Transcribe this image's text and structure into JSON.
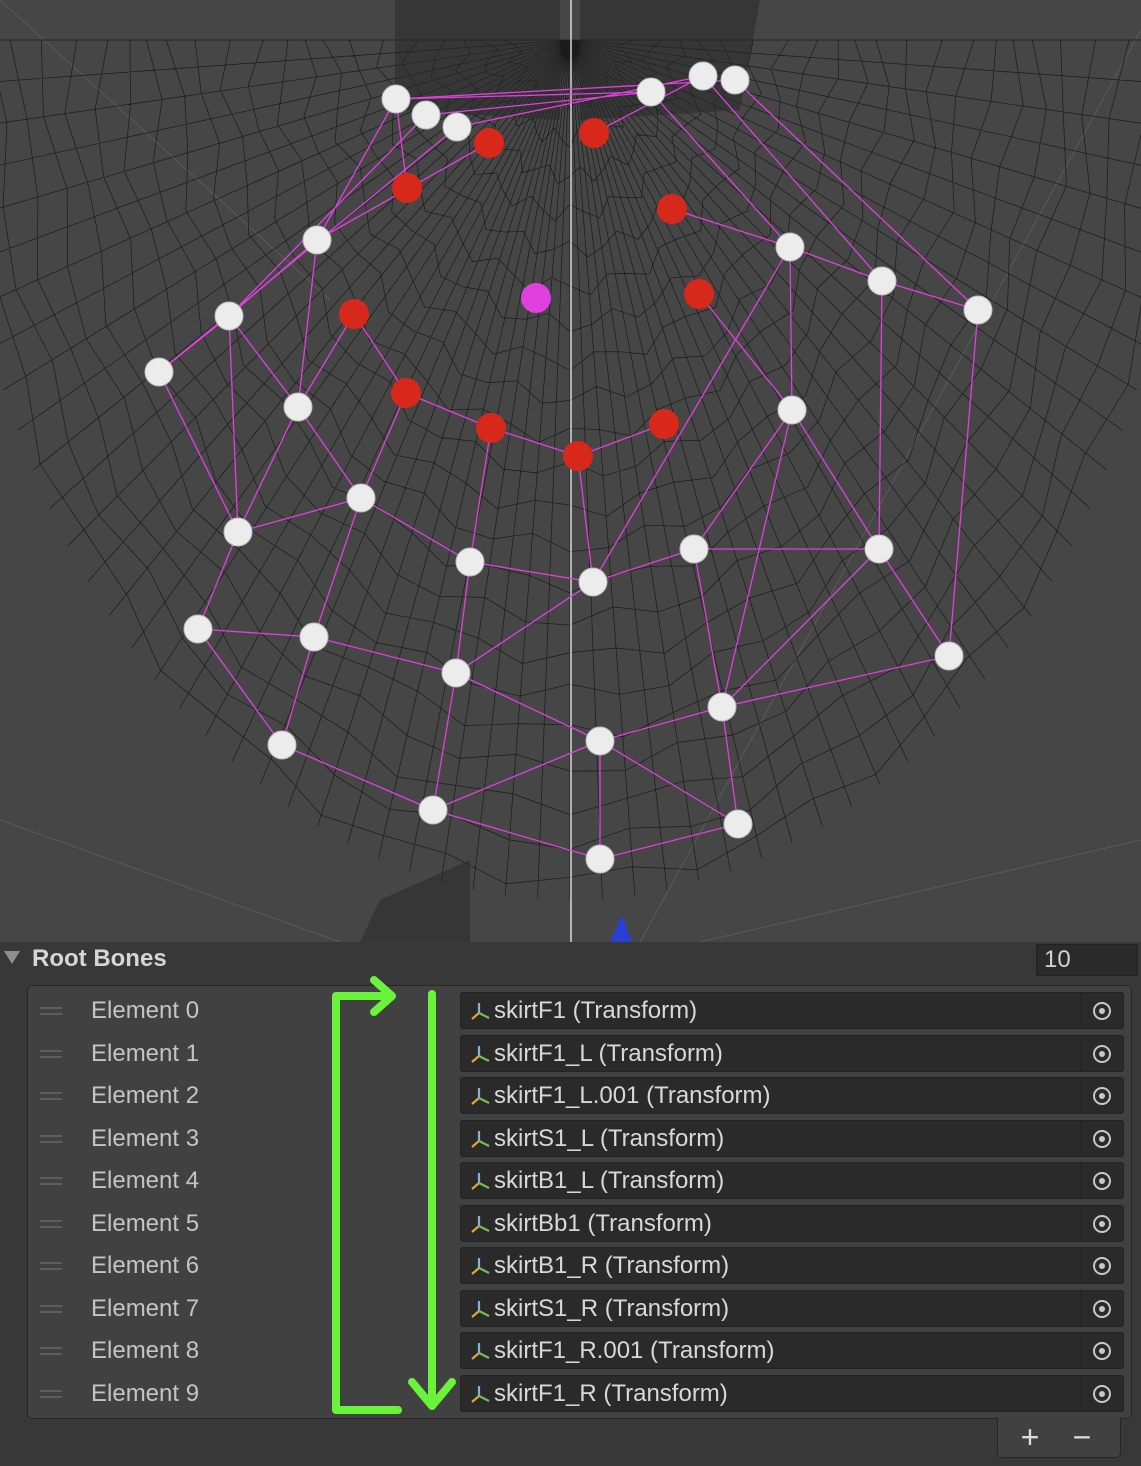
{
  "viewport": {
    "colors": {
      "background": "#464646",
      "mesh": "#141414",
      "constraint_line": "#e040e0",
      "root_joint": "#d8281c",
      "joint": "#ececec",
      "center_joint": "#e040e0",
      "gizmo": "#2a3fd6"
    }
  },
  "inspector": {
    "header": {
      "title": "Root Bones",
      "size": "10"
    },
    "elements": [
      {
        "label": "Element 0",
        "value": "skirtF1 (Transform)"
      },
      {
        "label": "Element 1",
        "value": "skirtF1_L (Transform)"
      },
      {
        "label": "Element 2",
        "value": "skirtF1_L.001 (Transform)"
      },
      {
        "label": "Element 3",
        "value": "skirtS1_L (Transform)"
      },
      {
        "label": "Element 4",
        "value": "skirtB1_L (Transform)"
      },
      {
        "label": "Element 5",
        "value": "skirtBb1 (Transform)"
      },
      {
        "label": "Element 6",
        "value": "skirtB1_R (Transform)"
      },
      {
        "label": "Element 7",
        "value": "skirtS1_R (Transform)"
      },
      {
        "label": "Element 8",
        "value": "skirtF1_R.001 (Transform)"
      },
      {
        "label": "Element 9",
        "value": "skirtF1_R (Transform)"
      }
    ],
    "footer": {
      "add": "+",
      "remove": "−"
    },
    "annotation_color": "#6bf23a"
  }
}
